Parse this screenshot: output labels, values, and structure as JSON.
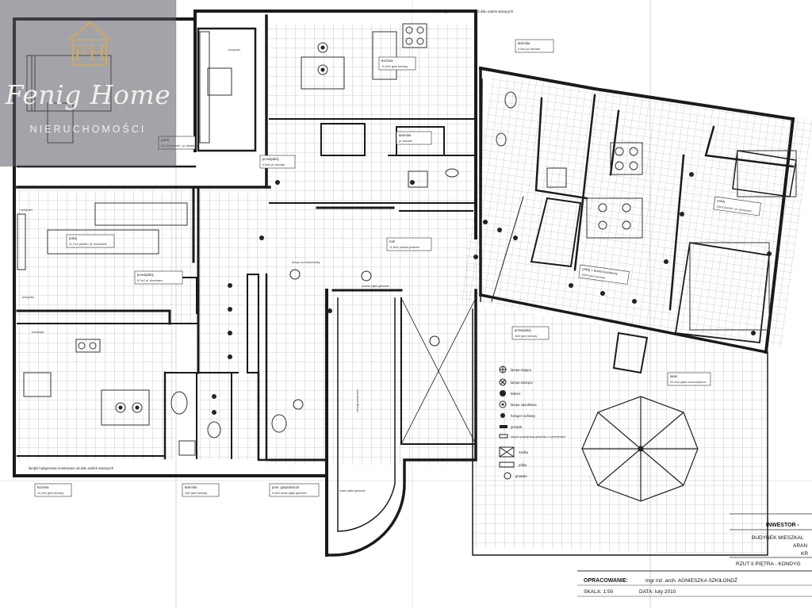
{
  "brand": {
    "name": "Fenig Home",
    "subtitle": "NIERUCHOMOŚCI",
    "initials": "FH",
    "gold": "#c9a86a",
    "overlay": "#585862"
  },
  "rooms": [
    {
      "id": "4.5",
      "name": "pokój",
      "area": "20,7m2 panele / pł. drewniane"
    },
    {
      "id": "4.8",
      "name": "przedpokój",
      "area": "4,9m2 pł. beżowe"
    },
    {
      "id": "4.6",
      "name": "kuchnia",
      "area": "10,4m2 gres beżowy"
    },
    {
      "id": "4.7",
      "name": "łazienka",
      "area": "pł. beżowe"
    },
    {
      "id": "4.4",
      "name": "pokój",
      "area": "11,7m2 panele / pł. drewniane"
    },
    {
      "id": "4.3",
      "name": "przedpokój",
      "area": "6,7m2 pł. drewniane"
    },
    {
      "id": "4.14",
      "name": "hall",
      "area": "11,8m2 panele gresowe"
    },
    {
      "id": "4.13",
      "name": "łazienka",
      "area": "5,3m2 pł. beżowe"
    },
    {
      "id": "4.16",
      "name": "pokój",
      "area": "13m2 panele / pł. drewniane"
    },
    {
      "id": "4.11",
      "name": "pokój + aneks kuchenny",
      "area": "10m2 gres beżowy"
    },
    {
      "id": "4.12",
      "name": "przedpokój",
      "area": "4m2 gres beżowy"
    },
    {
      "id": "4.20",
      "name": "taras",
      "area": "32,3m2 płytki mrozoodporne"
    },
    {
      "id": "4.1",
      "name": "kuchnia",
      "area": "10,4m2 gres beżowy"
    },
    {
      "id": "4.2",
      "name": "łazienka",
      "area": "4m2 gres beżowy"
    },
    {
      "id": "4.15",
      "name": "pom. gospodarcze",
      "area": "5,3m2 szare płytki gresowe"
    }
  ],
  "notes": {
    "halogen_top": "lampki halogenowe montowane od dołu szafek wiszących",
    "halogen_bottom": "lampki halogenowe montowane od dołu szafek wiszących",
    "kuchenka": "kuchenka",
    "komputer_1": "komputer",
    "komputer_2": "komputer",
    "komputer_3": "komputer",
    "lampa_fotosensor": "lampa na fotokomórkę",
    "czarne_plytki": "czarne płytki gresowe",
    "schody": "schody drewniane",
    "szare_plytki": "szare płytki gresowe"
  },
  "legend": [
    {
      "label": "lampa stojąca"
    },
    {
      "label": "lampa wisząca"
    },
    {
      "label": "kinkiet"
    },
    {
      "label": "lampa nasufitowa"
    },
    {
      "label": "halogen sufitowy"
    },
    {
      "label": "grzejnik"
    },
    {
      "label": "wiązka pojedyncza gniazdko z uziemieniem"
    },
    {
      "label": "szafka"
    },
    {
      "label": "półka"
    },
    {
      "label": "gniazdo"
    }
  ],
  "title_block": {
    "investor_label": "INWESTOR -",
    "building": "BUDYNEK MIESZKAL",
    "addr_1": "ARAN",
    "addr_2": "KR",
    "drawing": "RZUT II PIĘTRA - KONDYG",
    "prepared_label": "OPRACOWANIE:",
    "prepared_by": "mgr inż. arch. AGNIESZKA SZKIŁONDŹ",
    "scale": "SKALA: 1:50",
    "date": "DATA: luty 2010"
  },
  "colors": {
    "wall": "#1a1a1a",
    "grid": "#9a9a9a",
    "paper": "#ffffff"
  }
}
